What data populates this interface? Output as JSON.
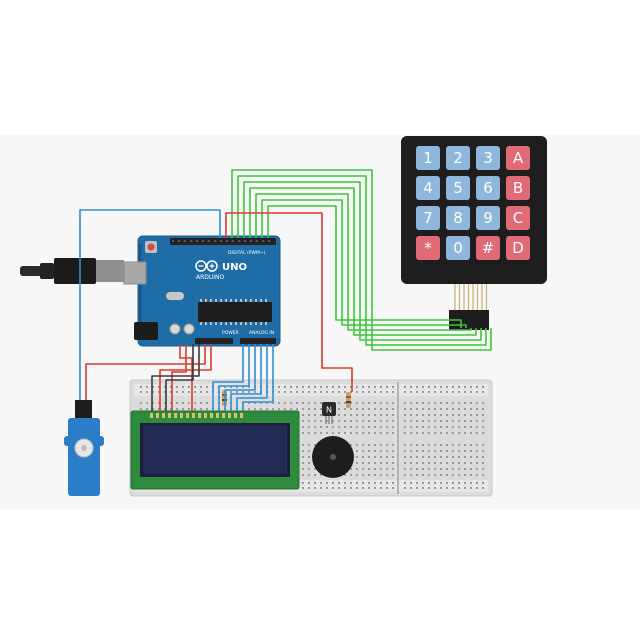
{
  "arduino": {
    "brand": "ARDUINO",
    "model": "UNO",
    "digital_label": "DIGITAL (PWM~)",
    "power_label": "POWER",
    "analog_label": "ANALOG IN"
  },
  "transistor": {
    "label": "N"
  },
  "keypad": {
    "rows": [
      [
        "1",
        "2",
        "3",
        "A"
      ],
      [
        "4",
        "5",
        "6",
        "B"
      ],
      [
        "7",
        "8",
        "9",
        "C"
      ],
      [
        "*",
        "0",
        "#",
        "D"
      ]
    ]
  },
  "colors": {
    "canvas_bg": "#f7f7f8",
    "arduino_board": "#1f6da6",
    "keypad_body": "#1e1e1e",
    "key_digit": "#8fb7dc",
    "key_letter": "#e06a76",
    "lcd_board": "#2e8b3e",
    "lcd_screen": "#222a55",
    "wire_green": "#3cc63c",
    "wire_blue": "#2e8fd8",
    "wire_red": "#d93a2e",
    "servo_body": "#2a7dc6"
  }
}
